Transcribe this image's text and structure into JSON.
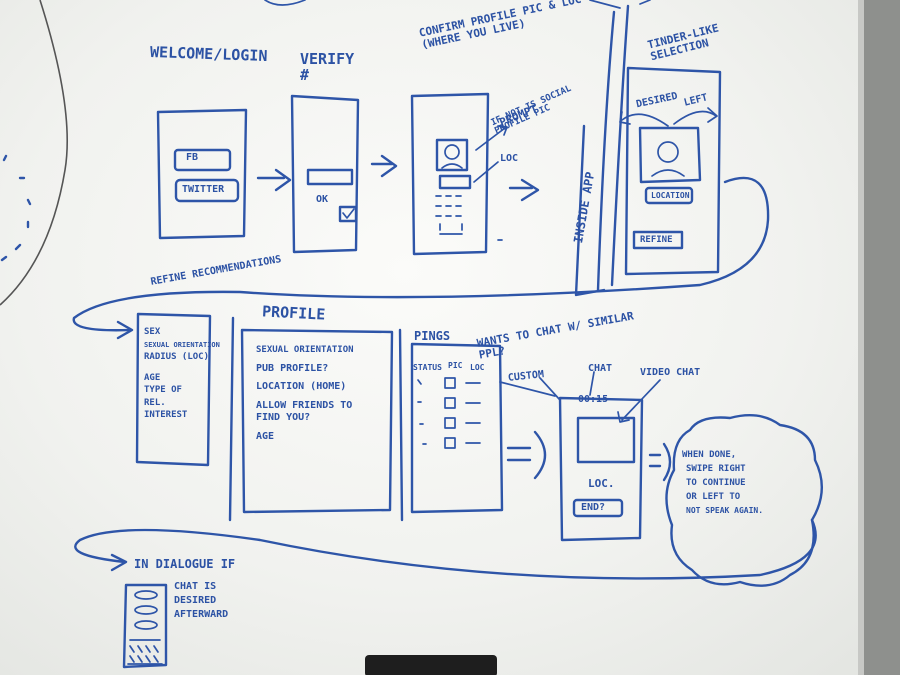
{
  "headings": {
    "welcome": "WELCOME/LOGIN",
    "verify": "VERIFY #",
    "confirm": "CONFIRM PROFILE PIC & LOC (WHERE YOU LIVE)",
    "tinder": "TINDER-LIKE SELECTION",
    "refine": "REFINE RECOMMENDATIONS",
    "profile": "PROFILE",
    "pings": "PINGS",
    "wantstotalk": "WANTS TO CHAT W/ SIMILAR PPL?",
    "indialogue": "IN DIALOGUE IF"
  },
  "screen_labels": {
    "fb_button": "FB",
    "twitter_button": "TWITTER",
    "verify_ok": "OK",
    "prompt": "PROMPT",
    "confirm_note": "IF NOT IS SOCIAL PROFILE PIC",
    "loc": "LOC",
    "inside_app": "INSIDE APP",
    "desired": "DESIRED",
    "left": "LEFT",
    "location": "LOCATION",
    "refine_button": "REFINE",
    "custom": "CUSTOM",
    "chat": "CHAT",
    "video_chat": "VIDEO CHAT",
    "timer": "00:15",
    "chat_loc": "LOC.",
    "end_button": "END?"
  },
  "refine_items": [
    "SEX",
    "SEXUAL ORIENTATION",
    "RADIUS (LOC)",
    "AGE",
    "TYPE OF REL. INTEREST"
  ],
  "profile_items": [
    "SEXUAL ORIENTATION",
    "PUB PROFILE?",
    "LOCATION (HOME)",
    "ALLOW FRIENDS TO FIND YOU?",
    "AGE"
  ],
  "pings_columns": [
    "STATUS",
    "PIC",
    "LOC"
  ],
  "cloud_text": [
    "WHEN DONE,",
    "SWIPE RIGHT",
    "TO CONTINUE",
    "OR LEFT TO",
    "NOT SPEAK AGAIN."
  ],
  "dialogue_text": [
    "CHAT IS",
    "DESIRED",
    "AFTERWARD"
  ]
}
